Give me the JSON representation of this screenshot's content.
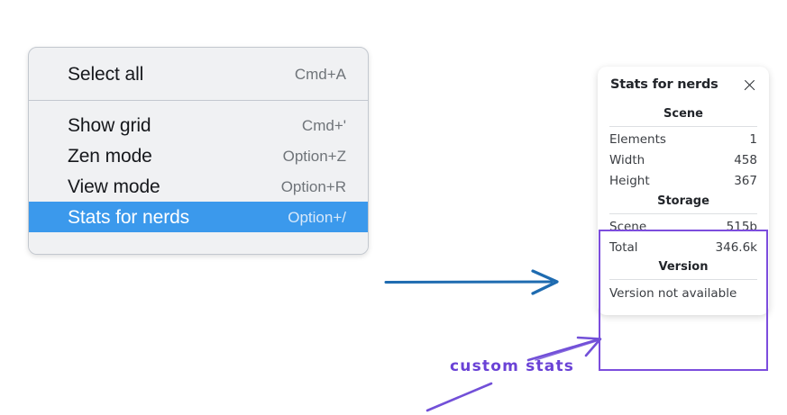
{
  "context_menu": {
    "sections": [
      {
        "items": [
          {
            "label": "Select all",
            "shortcut": "Cmd+A",
            "selected": false
          }
        ]
      },
      {
        "items": [
          {
            "label": "Show grid",
            "shortcut": "Cmd+'",
            "selected": false
          },
          {
            "label": "Zen mode",
            "shortcut": "Option+Z",
            "selected": false
          },
          {
            "label": "View mode",
            "shortcut": "Option+R",
            "selected": false
          },
          {
            "label": "Stats for nerds",
            "shortcut": "Option+/",
            "selected": true
          }
        ]
      }
    ],
    "selected_color": "#3b99ec",
    "background": "#f0f1f3"
  },
  "stats_panel": {
    "title": "Stats for nerds",
    "close_icon": "close-icon",
    "groups": [
      {
        "heading": "Scene",
        "rows": [
          {
            "label": "Elements",
            "value": "1"
          },
          {
            "label": "Width",
            "value": "458"
          },
          {
            "label": "Height",
            "value": "367"
          }
        ]
      },
      {
        "heading": "Storage",
        "rows": [
          {
            "label": "Scene",
            "value": "515b"
          },
          {
            "label": "Total",
            "value": "346.6k"
          }
        ]
      },
      {
        "heading": "Version",
        "single_line": "Version not available"
      }
    ],
    "highlight_color": "#7c4ddd"
  },
  "annotations": {
    "blue_arrow_color": "#1e6bb0",
    "purple_color": "#6a42d6",
    "caption": "custom stats"
  }
}
